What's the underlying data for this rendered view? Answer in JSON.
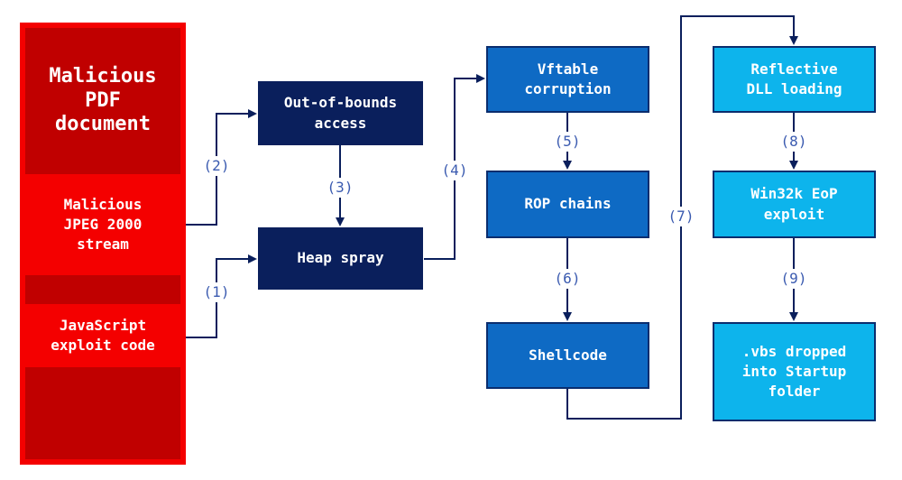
{
  "document": {
    "title": "Malicious\nPDF\ndocument",
    "stream": "Malicious\nJPEG 2000\nstream",
    "js": "JavaScript\nexploit code"
  },
  "nodes": {
    "oob": "Out-of-bounds\naccess",
    "heap": "Heap spray",
    "vftable": "Vftable\ncorruption",
    "rop": "ROP chains",
    "shellcode": "Shellcode",
    "reflective": "Reflective\nDLL loading",
    "eop": "Win32k EoP\nexploit",
    "vbs": ".vbs dropped\ninto Startup\nfolder"
  },
  "steps": [
    "(1)",
    "(2)",
    "(3)",
    "(4)",
    "(5)",
    "(6)",
    "(7)",
    "(8)",
    "(9)"
  ],
  "colors": {
    "red": "#f40000",
    "dark_red": "#c00000",
    "navy": "#0a1f5c",
    "mid_blue": "#0e6ac4",
    "cyan": "#0db4ec",
    "label": "#3b5bb0"
  }
}
